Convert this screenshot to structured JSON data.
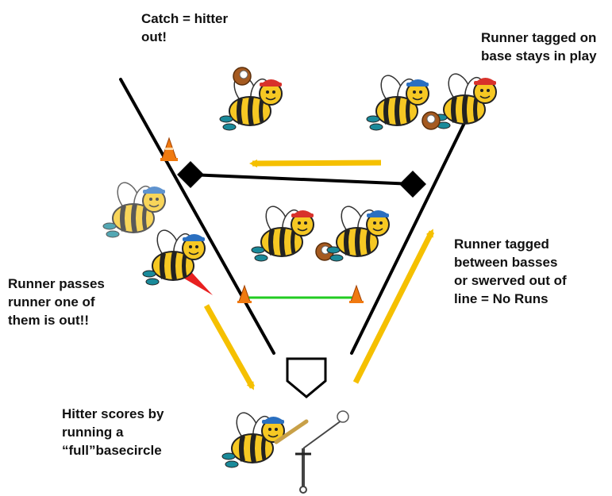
{
  "labels": {
    "catch": [
      "Catch = hitter",
      "out!"
    ],
    "tagged_on_base": [
      "Runner tagged on",
      "base stays in play"
    ],
    "passes": [
      "Runner passes",
      "runner one of",
      "them is out!!"
    ],
    "tagged_between": [
      "Runner tagged",
      "between basses",
      "or swerved out of",
      "line = No Runs"
    ],
    "hitter_scores": [
      "Hitter scores by",
      "running a",
      "“full”basecircle"
    ]
  },
  "colors": {
    "arrow": "#f5c000",
    "line": "#000000",
    "green_line": "#22cc22",
    "cone": "#f07a10",
    "bee_body": "#f6c823",
    "cap_blue": "#2a6fc0",
    "cap_red": "#d8322b",
    "bolt": "#e82020"
  },
  "icons": [
    "bee-fielder-icon",
    "bee-runner-icon",
    "bee-batter-icon",
    "cone-icon",
    "base-icon",
    "home-plate-icon",
    "lightning-icon",
    "batting-tee-icon",
    "ball-icon"
  ]
}
